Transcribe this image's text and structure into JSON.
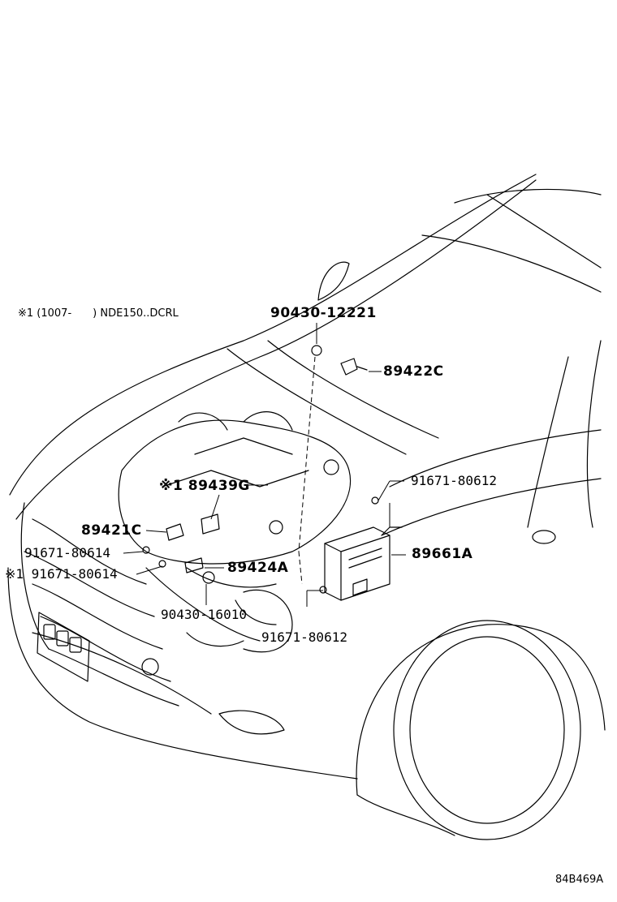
{
  "diagram": {
    "applicability_note": "※1 (1007-　　) NDE150..DCRL",
    "drawing_code": "84B469A",
    "callouts": [
      {
        "id": "c1",
        "text": "90430-12221"
      },
      {
        "id": "c2",
        "text": "89422C"
      },
      {
        "id": "c3",
        "text": "91671-80612"
      },
      {
        "id": "c4",
        "text": "※1 89439G"
      },
      {
        "id": "c5",
        "text": "89421C"
      },
      {
        "id": "c6",
        "text": "91671-80614"
      },
      {
        "id": "c7",
        "text": "89661A"
      },
      {
        "id": "c8",
        "text": "89424A"
      },
      {
        "id": "c9",
        "text": "※1 91671-80614"
      },
      {
        "id": "c10",
        "text": "90430-16010"
      },
      {
        "id": "c11",
        "text": "91671-80612"
      }
    ]
  }
}
